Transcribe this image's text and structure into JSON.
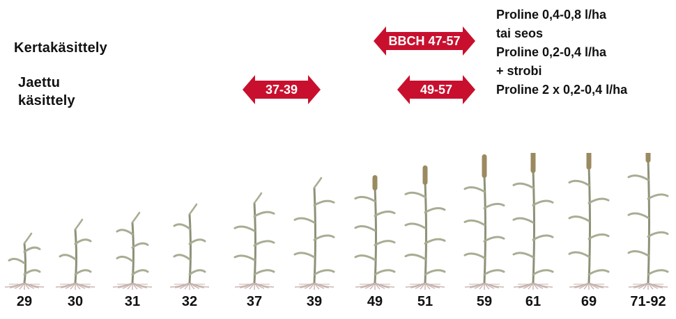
{
  "labels": {
    "single_treatment": "Kertakäsittely",
    "split_treatment_line1": "Jaettu",
    "split_treatment_line2": "käsittely"
  },
  "dosage_text": [
    "Proline 0,4-0,8 l/ha",
    "tai seos",
    "Proline 0,2-0,4 l/ha",
    "+ strobi",
    "Proline 2 x 0,2-0,4 l/ha"
  ],
  "timing_arrows": {
    "single": "BBCH 47-57",
    "split_first": "37-39",
    "split_second": "49-57"
  },
  "growth_stages": [
    "29",
    "30",
    "31",
    "32",
    "37",
    "39",
    "49",
    "51",
    "59",
    "61",
    "69",
    "71-92"
  ],
  "colors": {
    "arrow_fill": "#c8102e",
    "plant_stem": "#8c9278",
    "plant_leaf": "#a7ad92",
    "ear": "#9b8a60",
    "root": "#c7b3ae"
  }
}
